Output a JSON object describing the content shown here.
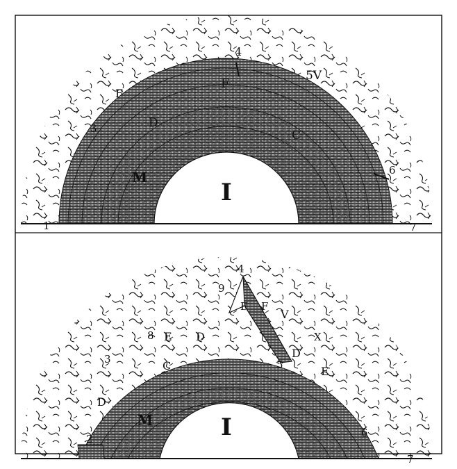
{
  "figure": {
    "top_panel": {
      "center_label": "I",
      "labels": {
        "num_1": "1",
        "num_3": "3",
        "num_4": "4",
        "num_5v": "5V",
        "num_6": "6",
        "num_7": "7",
        "F_outer": "F",
        "F_inner": "F",
        "D": "D",
        "C": "C",
        "M": "M"
      }
    },
    "bottom_panel": {
      "center_label": "I",
      "labels": {
        "num_2": "2",
        "num_3": "3",
        "num_4": "4",
        "num_5": "5",
        "num_6": "6",
        "num_7": "7",
        "num_8": "8",
        "num_9": "9",
        "V": "V",
        "X": "X",
        "F_left": "F",
        "F_right": "F",
        "E_left": "E",
        "E_right": "E",
        "D_left": "D",
        "D_right": "D",
        "D_lower": "D",
        "C": "C",
        "M": "M"
      }
    },
    "colors": {
      "ink": "#111111",
      "paper": "#ffffff"
    }
  }
}
